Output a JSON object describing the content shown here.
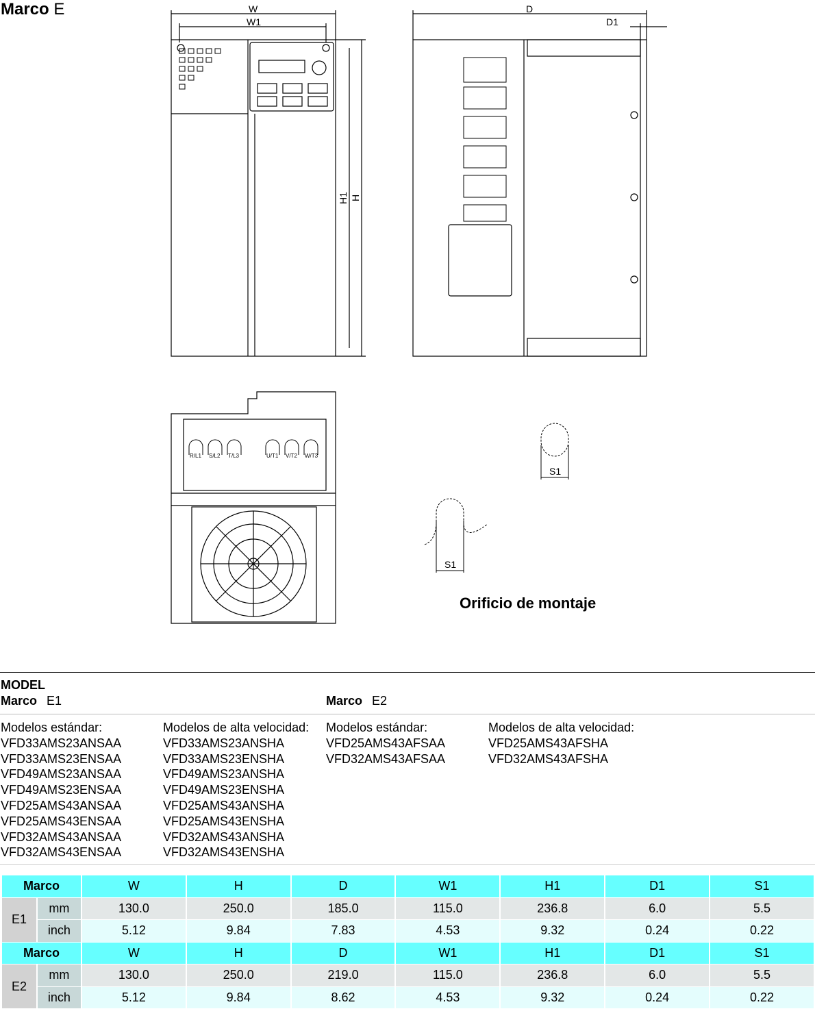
{
  "title": {
    "bold": "Marco",
    "rest": "E"
  },
  "drawing": {
    "dim_W": "W",
    "dim_W1": "W1",
    "dim_D": "D",
    "dim_D1": "D1",
    "dim_H": "H",
    "dim_H1": "H1",
    "dim_S1_top": "S1",
    "dim_S1_bottom": "S1",
    "terminals": [
      "R/L1",
      "S/L2",
      "T/L3",
      "U/T1",
      "V/T2",
      "W/T3"
    ],
    "mount_caption": "Orificio de montaje"
  },
  "model": {
    "heading": "MODEL",
    "e1": {
      "label": "Marco",
      "frame": "E1",
      "standard_header": "Modelos estándar:",
      "standard": [
        "VFD33AMS23ANSAA",
        "VFD33AMS23ENSAA",
        "VFD49AMS23ANSAA",
        "VFD49AMS23ENSAA",
        "VFD25AMS43ANSAA",
        "VFD25AMS43ENSAA",
        "VFD32AMS43ANSAA",
        "VFD32AMS43ENSAA"
      ],
      "highspeed_header": "Modelos de alta velocidad:",
      "highspeed": [
        "VFD33AMS23ANSHA",
        "VFD33AMS23ENSHA",
        "VFD49AMS23ANSHA",
        "VFD49AMS23ENSHA",
        "VFD25AMS43ANSHA",
        "VFD25AMS43ENSHA",
        "VFD32AMS43ANSHA",
        "VFD32AMS43ENSHA"
      ]
    },
    "e2": {
      "label": "Marco",
      "frame": "E2",
      "standard_header": "Modelos estándar:",
      "standard": [
        "VFD25AMS43AFSAA",
        "VFD32AMS43AFSAA"
      ],
      "highspeed_header": "Modelos de alta velocidad:",
      "highspeed": [
        "VFD25AMS43AFSHA",
        "VFD32AMS43AFSHA"
      ]
    }
  },
  "dimensions": {
    "header": [
      "Marco",
      "W",
      "H",
      "D",
      "W1",
      "H1",
      "D1",
      "S1"
    ],
    "frames": [
      {
        "frame": "E1",
        "rows": [
          {
            "unit": "mm",
            "values": [
              "130.0",
              "250.0",
              "185.0",
              "115.0",
              "236.8",
              "6.0",
              "5.5"
            ]
          },
          {
            "unit": "inch",
            "values": [
              "5.12",
              "9.84",
              "7.83",
              "4.53",
              "9.32",
              "0.24",
              "0.22"
            ]
          }
        ]
      },
      {
        "frame": "E2",
        "rows": [
          {
            "unit": "mm",
            "values": [
              "130.0",
              "250.0",
              "219.0",
              "115.0",
              "236.8",
              "6.0",
              "5.5"
            ]
          },
          {
            "unit": "inch",
            "values": [
              "5.12",
              "9.84",
              "8.62",
              "4.53",
              "9.32",
              "0.24",
              "0.22"
            ]
          }
        ]
      }
    ]
  }
}
